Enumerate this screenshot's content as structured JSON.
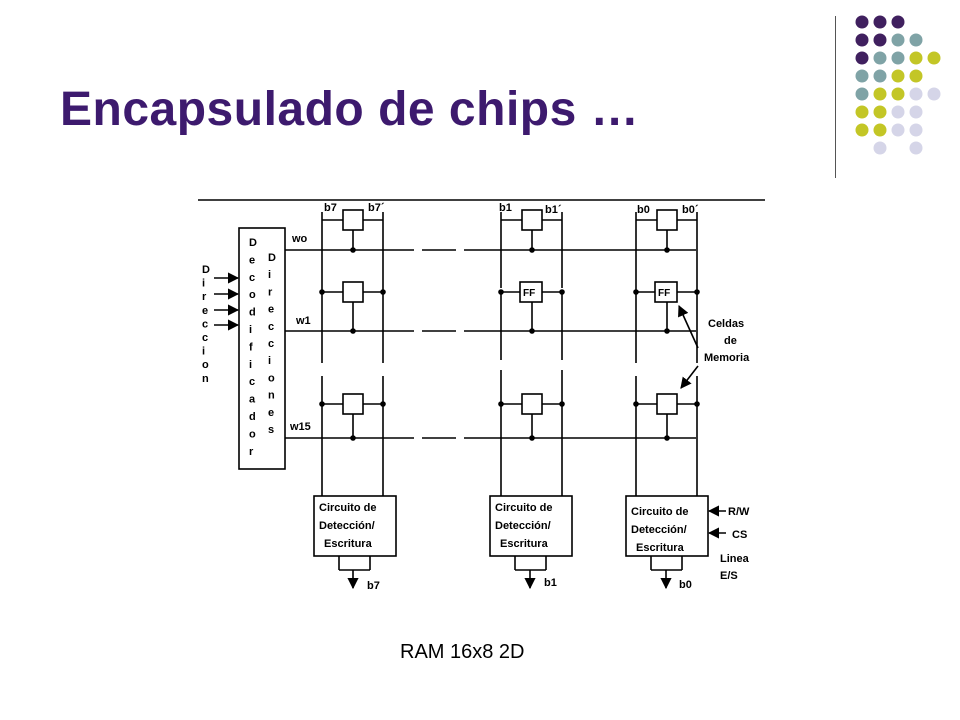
{
  "slide": {
    "title": "Encapsulado de chips …",
    "caption": "RAM 16x8 2D",
    "accent_colors": [
      "#40205f",
      "#7fa3a6",
      "#c3c626",
      "#d5d5e8"
    ]
  },
  "diagram": {
    "column_top_labels": [
      "b7",
      "b7´",
      "b1",
      "b1´",
      "b0",
      "b0´"
    ],
    "word_lines": [
      "wo",
      "w1",
      "w15"
    ],
    "decoder_vertical": "Decodificador",
    "address_vertical": "Direcciones",
    "direccion_vertical": "Direccion",
    "flipflop_label": "FF",
    "cells_label": [
      "Celdas",
      "de",
      "Memoria"
    ],
    "circuit_lines": [
      "Circuito de",
      "Detección/",
      "Escritura"
    ],
    "control_signals": [
      "R/W",
      "CS"
    ],
    "io_line": [
      "Linea",
      "E/S"
    ],
    "bottom_bits": [
      "b7",
      "b1",
      "b0"
    ]
  }
}
